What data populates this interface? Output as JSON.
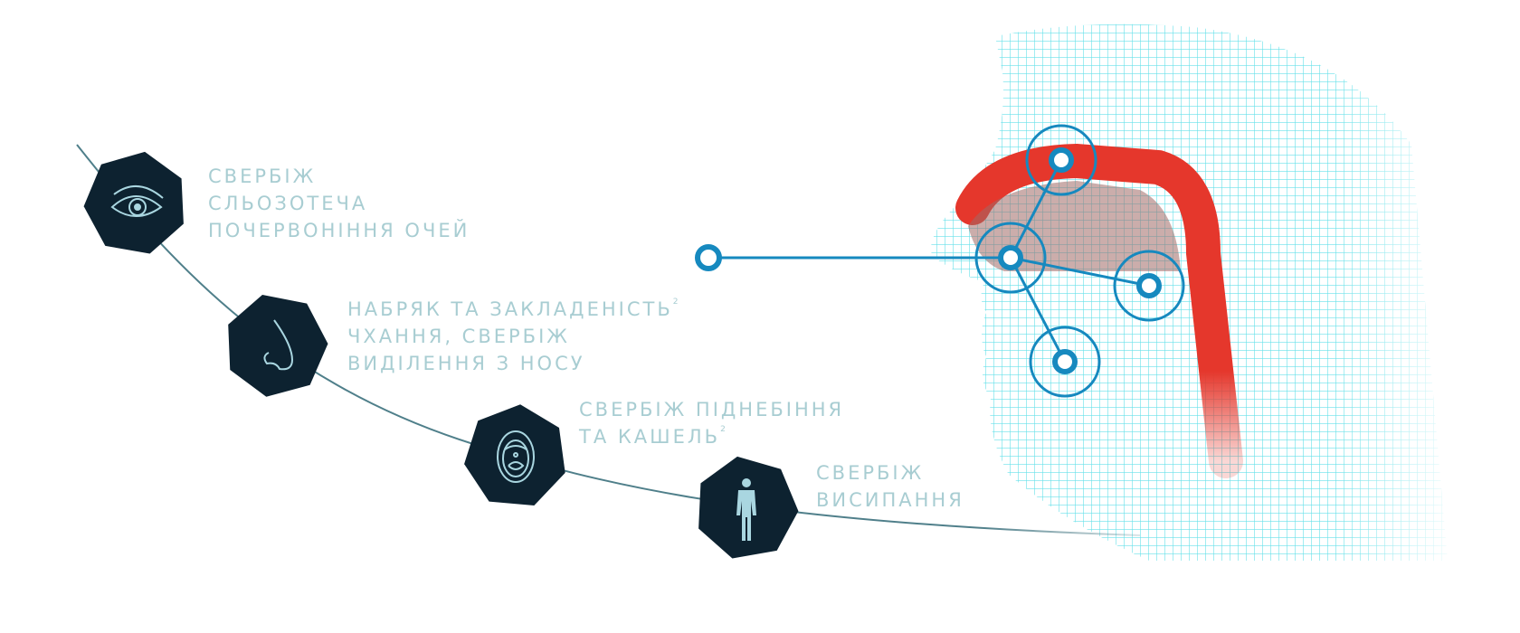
{
  "symptoms": [
    {
      "icon": "eye-icon",
      "lines": [
        "Свербіж",
        "Сльозотеча",
        "Почервоніння очей"
      ]
    },
    {
      "icon": "nose-icon",
      "lines": [
        "Набряк та закладеність",
        "Чхання, свербіж",
        "Виділення з носу"
      ],
      "footnote": "2"
    },
    {
      "icon": "mouth-icon",
      "lines": [
        "Свербіж піднебіння",
        "та кашель"
      ],
      "footnote": "2"
    },
    {
      "icon": "body-icon",
      "lines": [
        "Свербіж",
        "висипання"
      ]
    }
  ],
  "colors": {
    "hex": "#0d2230",
    "icon_stroke": "#a9d6e0",
    "curve": "#4f7f8a",
    "text": "#a8cdd2",
    "accent_blue": "#1689bf",
    "airway_red": "#e5372c",
    "face_mesh": "#55dde6"
  }
}
